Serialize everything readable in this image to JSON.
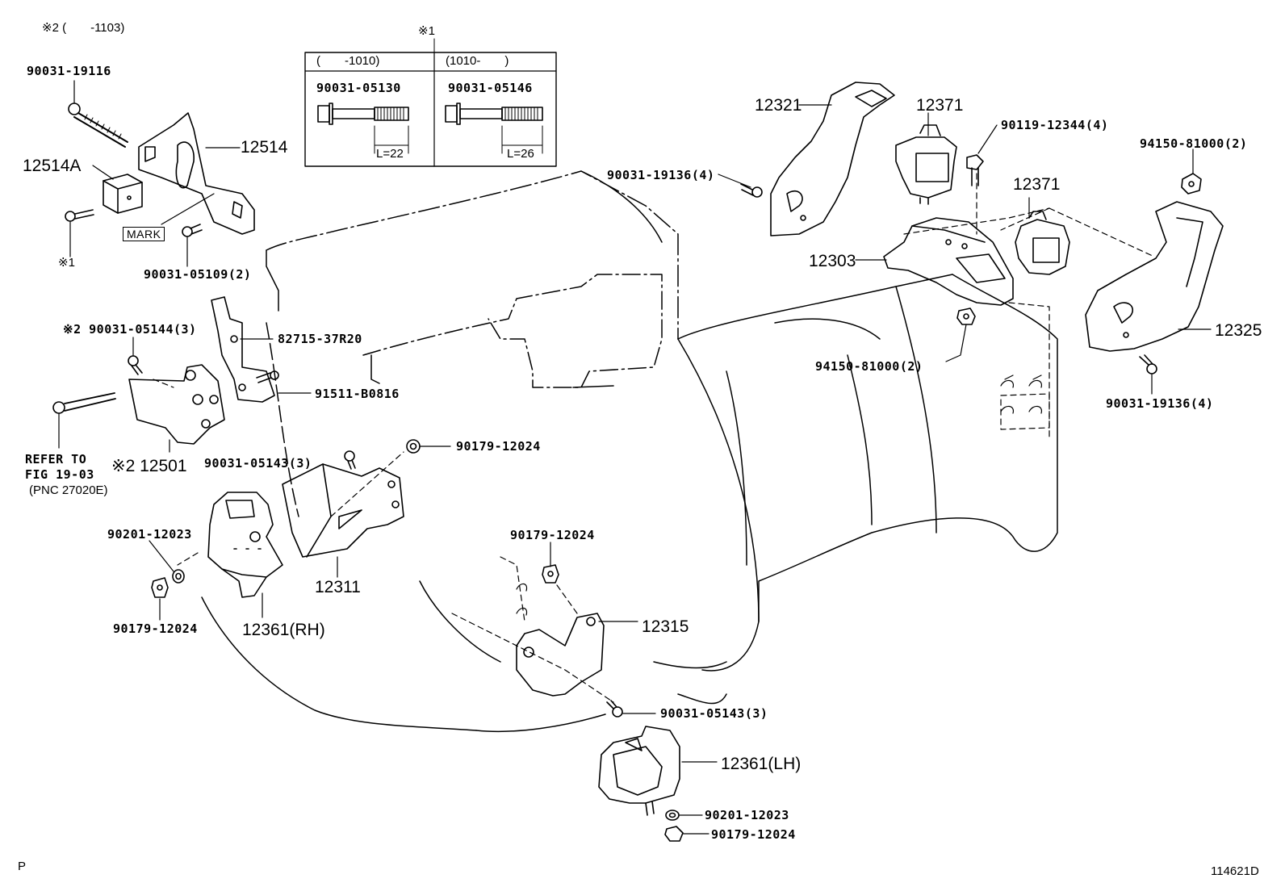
{
  "header": {
    "note2_range": "※2 (　　-1103)",
    "note1_marker": "※1"
  },
  "bolt_table": {
    "col1_range": "(　　-1010)",
    "col2_range": "(1010-　　)",
    "col1_part": "90031-05130",
    "col2_part": "90031-05146",
    "col1_length": "L=22",
    "col2_length": "L=26"
  },
  "labels": {
    "p_90031_19116": "90031-19116",
    "p_12514": "12514",
    "p_12514A": "12514A",
    "mark": "MARK",
    "note1_small": "※1",
    "p_90031_05109": "90031-05109(2)",
    "p_90031_05144": "※2 90031-05144(3)",
    "p_82715": "82715-37R20",
    "p_91511": "91511-B0816",
    "refer1": "REFER TO",
    "refer2": "FIG 19-03",
    "refer3": "(PNC 27020E)",
    "p_12501": "※2 12501",
    "p_90031_05143_a": "90031-05143(3)",
    "p_90179_a": "90179-12024",
    "p_90201_a": "90201-12023",
    "p_12311": "12311",
    "p_90179_b": "90179-12024",
    "p_12361_rh": "12361(RH)",
    "p_90179_c": "90179-12024",
    "p_12315": "12315",
    "p_90031_05143_b": "90031-05143(3)",
    "p_12361_lh": "12361(LH)",
    "p_90201_b": "90201-12023",
    "p_90179_d": "90179-12024",
    "p_12321": "12321",
    "p_12371_a": "12371",
    "p_90119": "90119-12344(4)",
    "p_94150_a": "94150-81000(2)",
    "p_90031_19136_a": "90031-19136(4)",
    "p_12371_b": "12371",
    "p_12303": "12303",
    "p_12325": "12325",
    "p_94150_b": "94150-81000(2)",
    "p_90031_19136_b": "90031-19136(4)"
  },
  "footer": {
    "left_mark": "P",
    "figure_id": "114621D"
  }
}
